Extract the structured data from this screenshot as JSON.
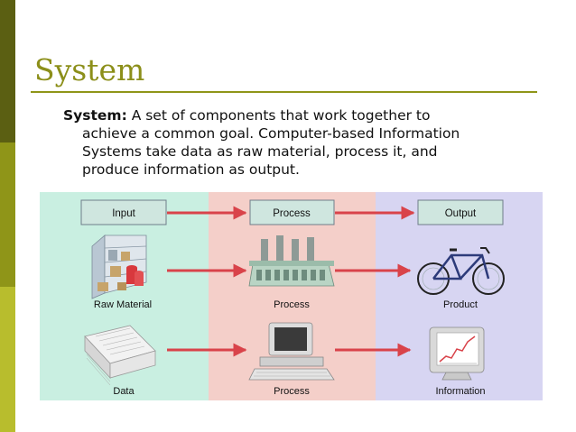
{
  "slide": {
    "title": "System",
    "definition": {
      "term": "System:",
      "line1": " A set of components that work together to",
      "line2": "achieve a common goal. Computer-based Information",
      "line3": "Systems take data as raw material, process it, and",
      "line4": "produce information as output."
    }
  },
  "diagram": {
    "headers": {
      "input": "Input",
      "process": "Process",
      "output": "Output"
    },
    "row1": {
      "input": "Raw Material",
      "process": "Process",
      "output": "Product"
    },
    "row2": {
      "input": "Data",
      "process": "Process",
      "output": "Information"
    },
    "colors": {
      "input_zone": "#c9efe1",
      "process_zone": "#f4cfc9",
      "output_zone": "#d7d5f2",
      "arrow": "#d9434a",
      "header_box": "#cfe6df"
    }
  }
}
